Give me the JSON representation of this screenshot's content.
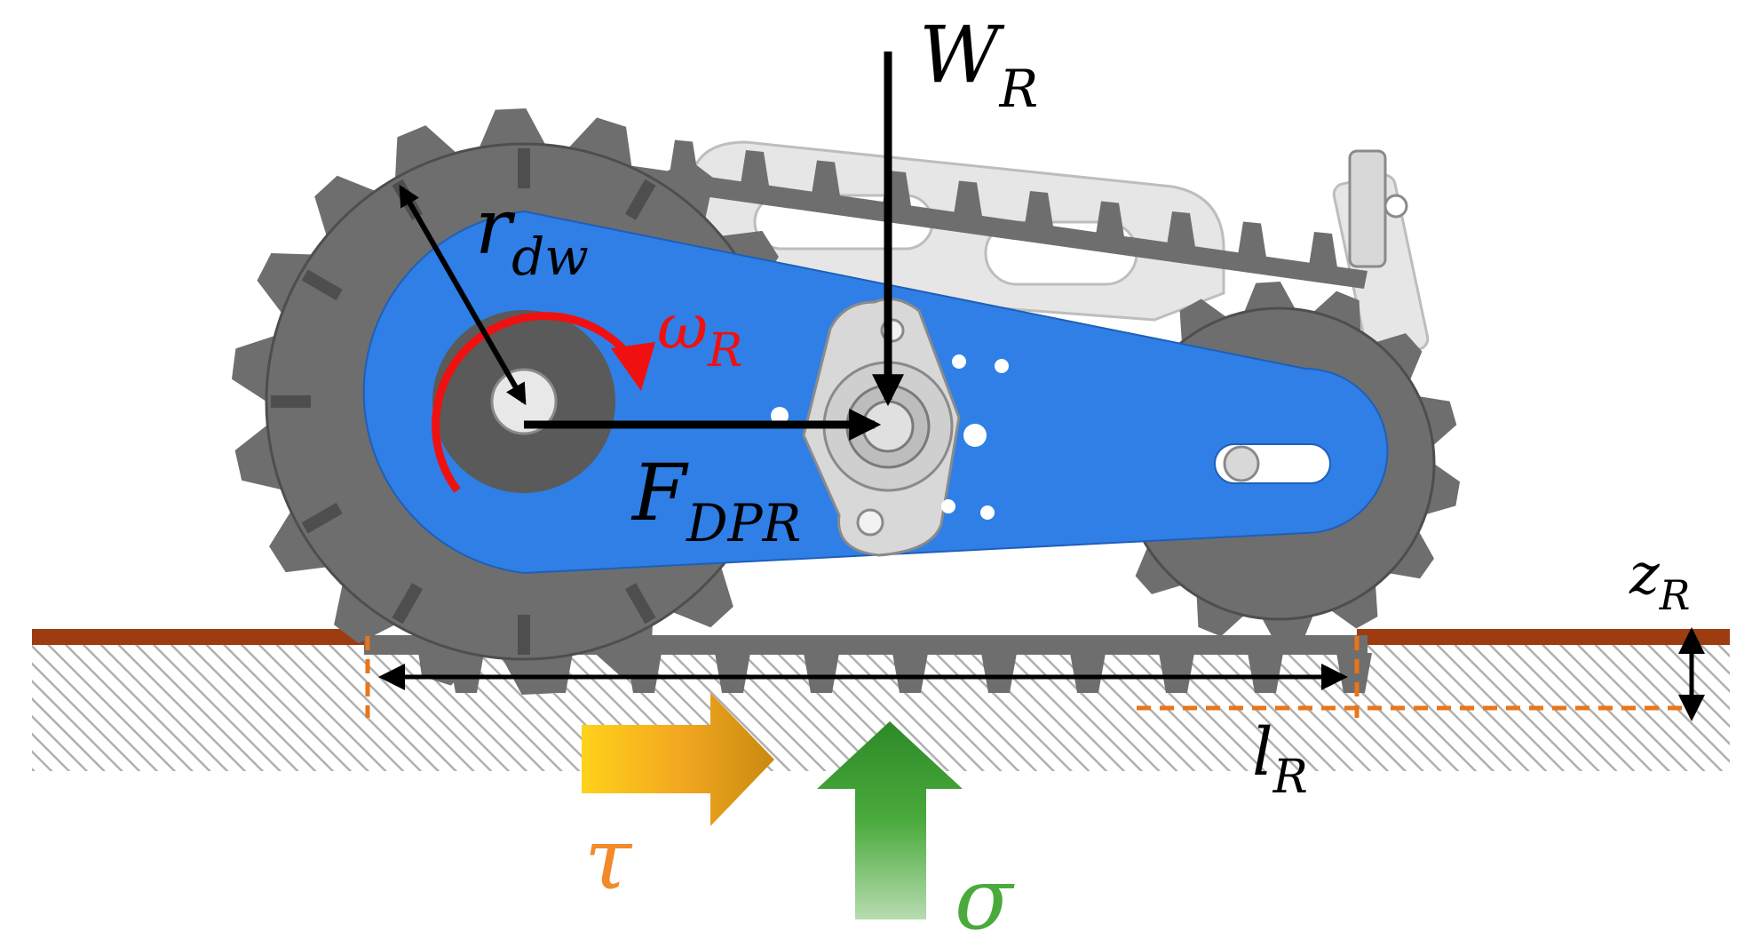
{
  "labels": {
    "weight": {
      "main": "W",
      "sub": "R"
    },
    "radius": {
      "main": "r",
      "sub": "dw"
    },
    "omega": {
      "main": "ω",
      "sub": "R"
    },
    "dpr": {
      "main": "F",
      "sub": "DPR"
    },
    "sinkage": {
      "main": "z",
      "sub": "R"
    },
    "contact_length": {
      "main": "l",
      "sub": "R"
    },
    "shear": "τ",
    "normal": "σ"
  },
  "colors": {
    "arm": "#2f7fe6",
    "wheel": "#6e6e6e",
    "wheel_dark": "#4e4e4e",
    "frame": "#e4e4e4",
    "ground_line": "#9c3c10",
    "ground_hatch": "#b0b0b0",
    "dashed": "#e8751a",
    "omega": "#f01010",
    "tau": "#f28a2a",
    "sigma": "#4aaa3c",
    "ink": "#000000"
  },
  "icons": [
    "rotation-arrow-icon",
    "shear-arrow-icon",
    "normal-stress-arrow-icon"
  ]
}
